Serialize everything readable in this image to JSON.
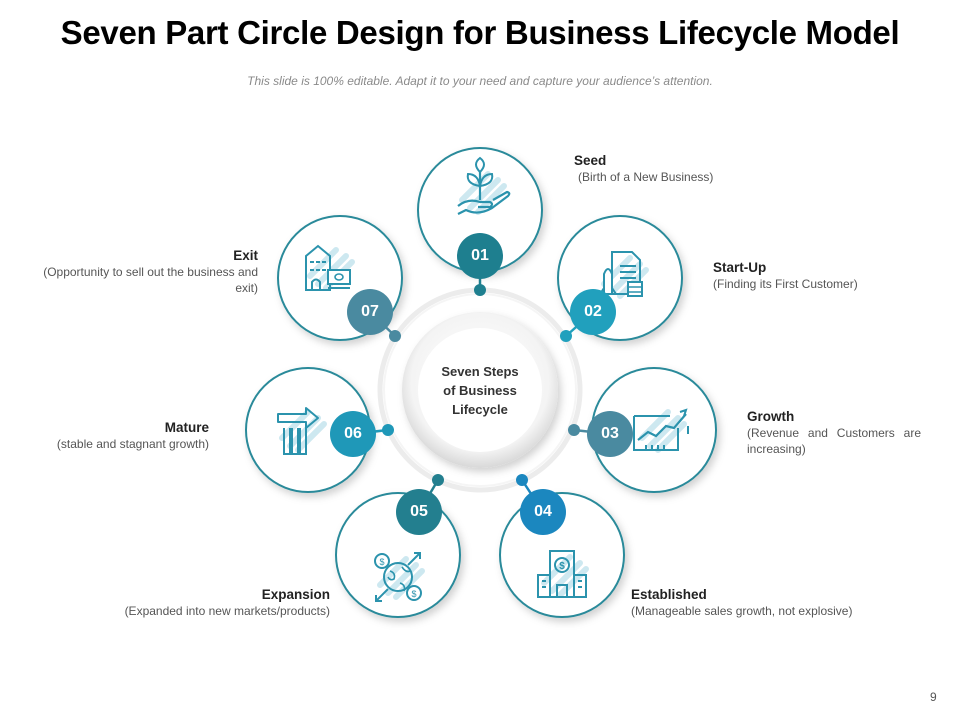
{
  "title": "Seven Part Circle Design for Business Lifecycle Model",
  "subtitle": "This slide is 100% editable. Adapt it to your need and capture your audience’s attention.",
  "page_number": "9",
  "center": {
    "lines": [
      "Seven Steps",
      "of Business",
      "Lifecycle"
    ]
  },
  "stages": [
    {
      "number": "01",
      "title": "Seed",
      "description": "(Birth of a New Business)",
      "icon": "plant-in-hand-icon",
      "color": "#1e7f8f"
    },
    {
      "number": "02",
      "title": "Start-Up",
      "description": "(Finding its First Customer)",
      "icon": "rocket-document-icon",
      "color": "#21a0bd"
    },
    {
      "number": "03",
      "title": "Growth",
      "description": "(Revenue and Customers are increasing)",
      "icon": "growth-chart-icon",
      "color": "#4a8aa0"
    },
    {
      "number": "04",
      "title": "Established",
      "description": "(Manageable sales growth, not explosive)",
      "icon": "bank-building-icon",
      "color": "#1b87bf"
    },
    {
      "number": "05",
      "title": "Expansion",
      "description": "(Expanded into new markets/products)",
      "icon": "globe-money-icon",
      "color": "#237f8f"
    },
    {
      "number": "06",
      "title": "Mature",
      "description": "(stable and stagnant growth)",
      "icon": "pillar-arrow-icon",
      "color": "#1f98b8"
    },
    {
      "number": "07",
      "title": "Exit",
      "description": "(Opportunity to sell out the business and exit)",
      "icon": "building-cash-icon",
      "color": "#4a8aa0"
    }
  ],
  "colors": {
    "outline": "#2a8a9a",
    "icon": "#2b93ad",
    "icon_bg": "#cde8f0",
    "ring": "#e6e6e6"
  }
}
